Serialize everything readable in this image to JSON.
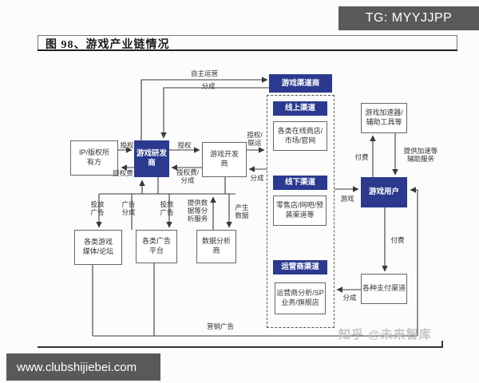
{
  "header": {
    "tag_label": "TG: MYYJJPP"
  },
  "figure": {
    "title": "图 98、游戏产业链情况"
  },
  "footer": {
    "site_watermark": "www.clubshijiebei.com",
    "zhihu_watermark": "知乎 @未来智库"
  },
  "colors": {
    "accent_blue": "#2b3a8f",
    "line": "#3a3a3a",
    "header_gray": "#58595b",
    "watermark": "#bfbfbf",
    "box_border": "#666666"
  },
  "diagram": {
    "boxes": {
      "ip_owner": "IP/版权所\n有方",
      "developer": "游戏研发\n商",
      "publisher": "游戏开发\n商",
      "channel_distributor": "游戏渠道商",
      "online_channel": "线上渠道",
      "online_stores": "各类在线商店/\n市场/官网",
      "offline_channel": "线下渠道",
      "retail": "零售店/网吧/预\n装渠道等",
      "operator_channel": "运营商渠道",
      "operator_services": "运营商分析/SP\n业务/旗舰店",
      "accelerator": "游戏加速器/\n辅助工具等",
      "game_user": "游戏用户",
      "payment": "各种支付渠道",
      "game_media": "各类游戏\n媒体/论坛",
      "ad_platform": "各类广告\n平台",
      "data_analytics": "数据分析\n商"
    },
    "edge_labels": {
      "self_operation": "自主运营",
      "share_top": "分成",
      "license_ip": "授权",
      "license_fee": "授权费",
      "license_dev": "授权",
      "license_fee_share": "授权费/\n分成",
      "license_joint": "授权/\n联运",
      "share_mid": "分成",
      "game": "游戏",
      "pay_accel": "付费",
      "accel_service": "提供加速等\n辅助服务",
      "pay_payment": "付费",
      "share_payment": "分成",
      "place_ads_media": "投放\n广告",
      "ad_share": "广告\n分成",
      "place_ads_platform": "投放\n广告",
      "data_service": "提供数\n据等分\n析服务",
      "generate_data": "产生\n数据",
      "marketing_ads": "营销广告"
    }
  }
}
